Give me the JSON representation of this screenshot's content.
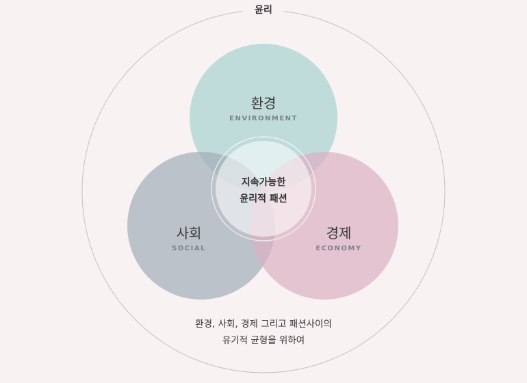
{
  "outer": {
    "label": "윤리"
  },
  "circles": {
    "environment": {
      "title": "환경",
      "subtitle": "ENVIRONMENT",
      "color": "#a9d3d1"
    },
    "social": {
      "title": "사회",
      "subtitle": "SOCIAL",
      "color": "#a4aeb8"
    },
    "economy": {
      "title": "경제",
      "subtitle": "ECONOMY",
      "color": "#dcb2c4"
    }
  },
  "center": {
    "line1": "지속가능한",
    "line2": "윤리적 패션"
  },
  "caption": {
    "line1": "환경, 사회, 경제 그리고 패션사이의",
    "line2": "유기적 균형을 위하여"
  }
}
